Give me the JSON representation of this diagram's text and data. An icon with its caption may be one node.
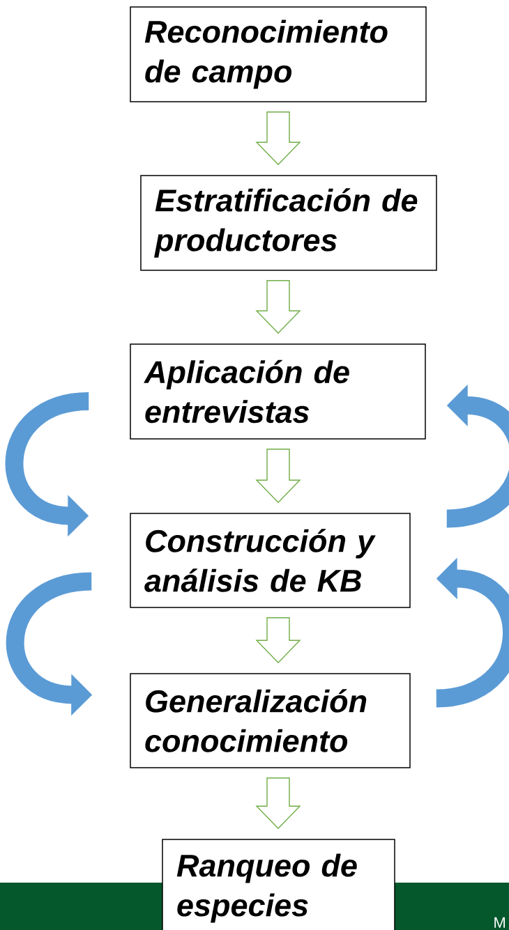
{
  "diagram": {
    "nodes": [
      {
        "text": [
          "Reconocimiento de campo"
        ]
      },
      {
        "text": [
          "Estratificación de productores"
        ]
      },
      {
        "text": [
          "Aplicación de entrevistas"
        ]
      },
      {
        "text": [
          "Construcción y análisis de KB"
        ]
      },
      {
        "text": [
          "Generalización conocimiento"
        ]
      },
      {
        "text": [
          "Ranqueo de especies"
        ]
      }
    ],
    "edges": [
      {
        "from": 0,
        "to": 1,
        "arrow": "to"
      },
      {
        "from": 1,
        "to": 2,
        "arrow": "to"
      },
      {
        "from": 2,
        "to": 3,
        "arrow": "to"
      },
      {
        "from": 3,
        "to": 4,
        "arrow": "to"
      },
      {
        "from": 4,
        "to": 5,
        "arrow": "to"
      },
      {
        "from": 2,
        "to": 3,
        "arrow": "to",
        "color": "#5b9bd5"
      },
      {
        "from": 3,
        "to": 2,
        "arrow": "to",
        "color": "#5b9bd5"
      },
      {
        "from": 3,
        "to": 4,
        "arrow": "to",
        "color": "#5b9bd5"
      },
      {
        "from": 4,
        "to": 3,
        "arrow": "to",
        "color": "#5b9bd5"
      }
    ],
    "labels": [
      "M"
    ]
  }
}
